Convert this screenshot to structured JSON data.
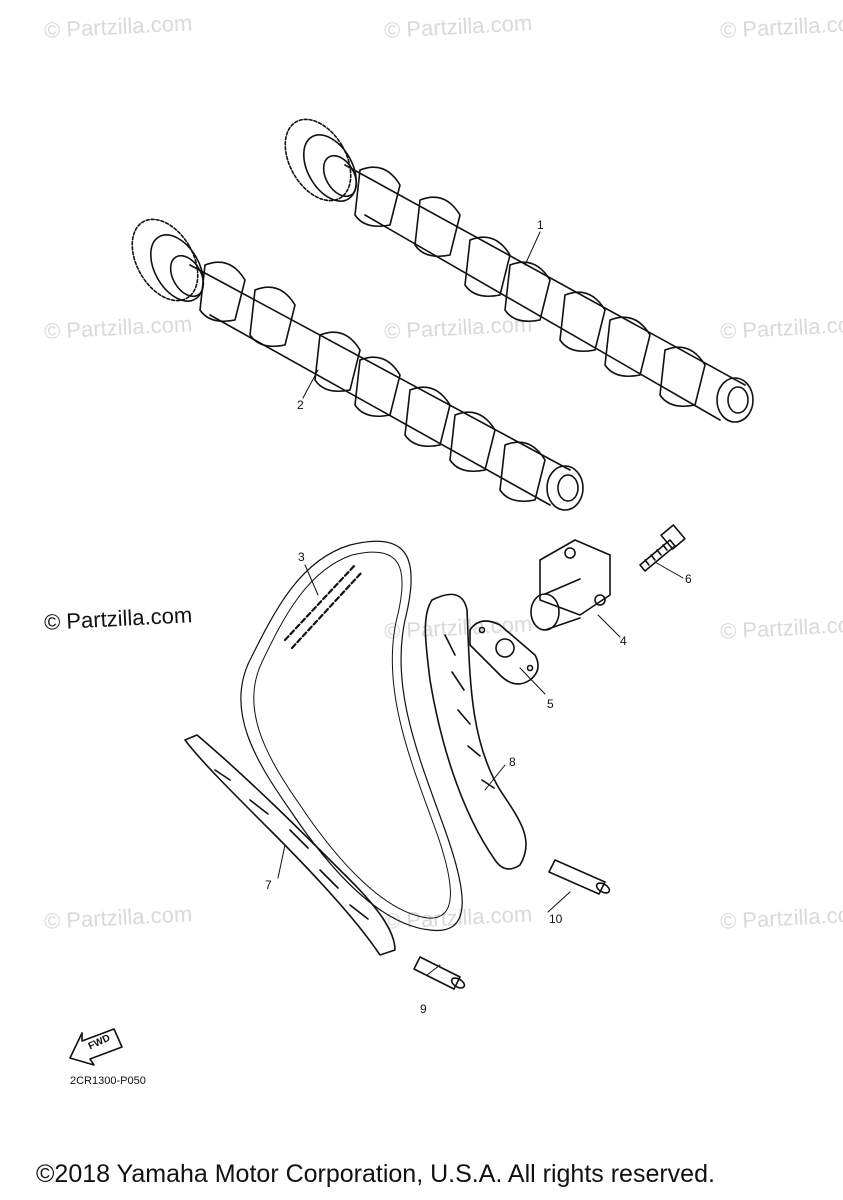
{
  "watermark": {
    "text": "© Partzilla.com",
    "main_text": "© Partzilla.com"
  },
  "callouts": {
    "c1": "1",
    "c2": "2",
    "c3": "3",
    "c4": "4",
    "c5": "5",
    "c6": "6",
    "c7": "7",
    "c8": "8",
    "c9": "9",
    "c10": "10"
  },
  "fwd_label": "FWD",
  "part_code": "2CR1300-P050",
  "copyright": "©2018 Yamaha Motor Corporation, U.S.A. All rights reserved."
}
